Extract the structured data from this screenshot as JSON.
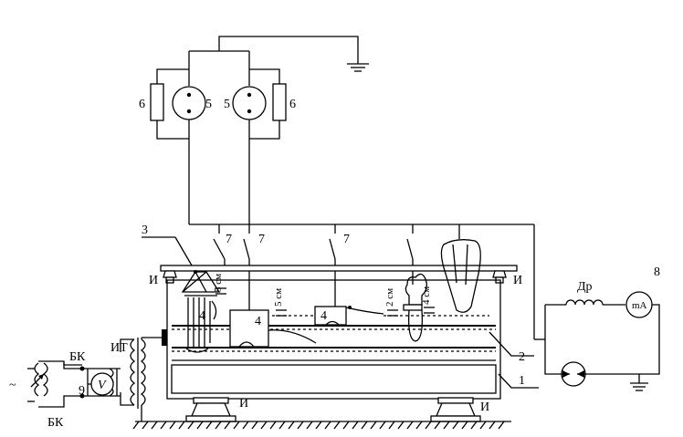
{
  "labels": {
    "lamp_left": "5",
    "lamp_right": "5",
    "resistor_left": "6",
    "resistor_right": "6",
    "cover": "3",
    "electrode_a": "7",
    "electrode_b": "7",
    "electrode_c": "7",
    "head_a": "4",
    "head_b": "4",
    "head_c": "4",
    "dim_5cm_a": "5 см",
    "dim_5cm_b": "5 см",
    "dim_2cm": "2 см",
    "dim_4cm": "4 см",
    "insulator_top_left": "И",
    "insulator_top_right": "И",
    "insulator_bottom_left": "И",
    "insulator_bottom_right": "И",
    "tray": "2",
    "bath": "1",
    "transformer": "ИТ",
    "bk_top": "БК",
    "bk_bottom": "БК",
    "ac_source": "~",
    "voltmeter_num": "9",
    "voltmeter": "V",
    "choke": "Др",
    "milliammeter": "mA",
    "circuit_num": "8"
  }
}
